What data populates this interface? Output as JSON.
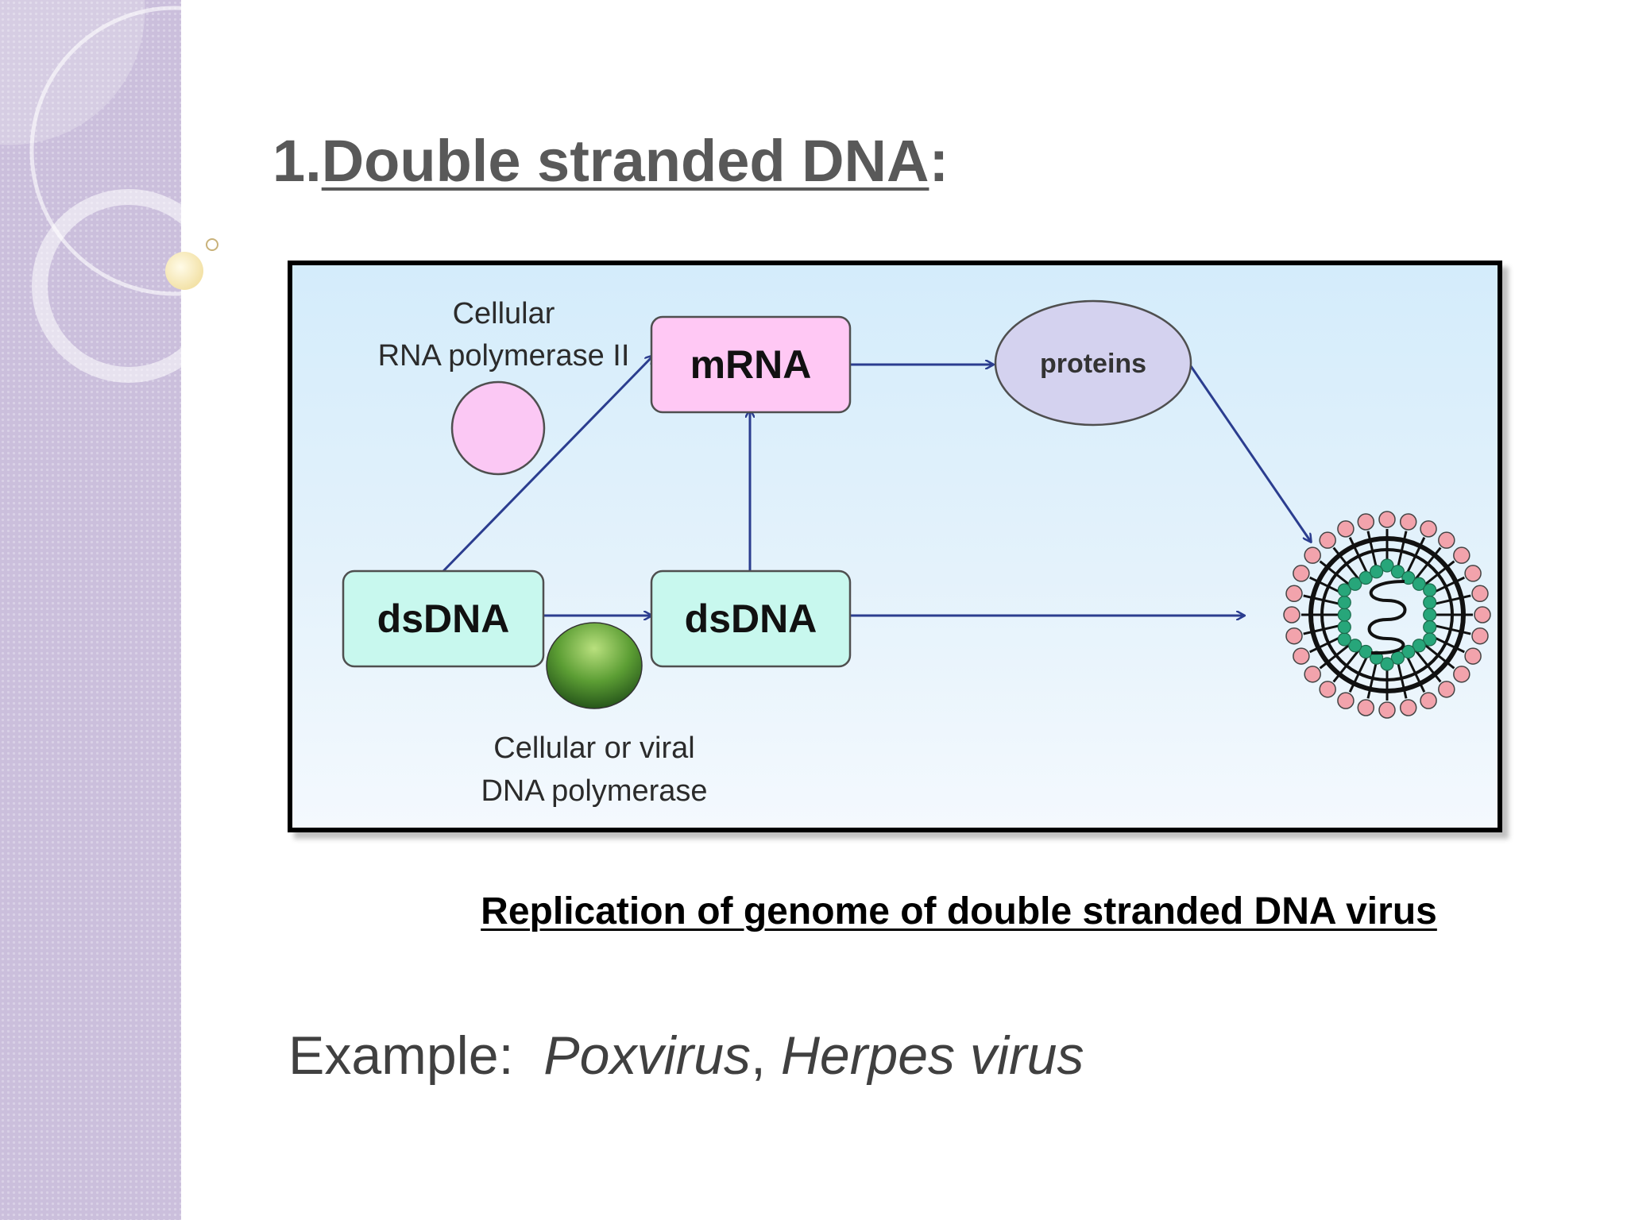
{
  "slide": {
    "title_number": "1.",
    "title_text": "Double stranded DNA",
    "title_colon": ":",
    "caption": "Replication of genome of double stranded DNA virus",
    "example_prefix": "Example:",
    "example_virus_1": "Poxvirus",
    "example_separator": ",",
    "example_virus_2": "Herpes virus"
  },
  "diagram": {
    "node_dsdna_1": "dsDNA",
    "node_dsdna_2": "dsDNA",
    "node_mrna": "mRNA",
    "node_proteins": "proteins",
    "rna_pol_line1": "Cellular",
    "rna_pol_line2": "RNA polymerase II",
    "dna_pol_line1": "Cellular or viral",
    "dna_pol_line2": "DNA polymerase"
  },
  "colors": {
    "sidebar": "#cbbfdc",
    "dsdna_box": "#c8f8ee",
    "mrna_box": "#ffc8f4",
    "proteins_ellipse": "#d4d2ef",
    "arrow": "#2b3d8f",
    "virus_capsid": "#27a67a",
    "virus_spike": "#f2a3ac"
  }
}
